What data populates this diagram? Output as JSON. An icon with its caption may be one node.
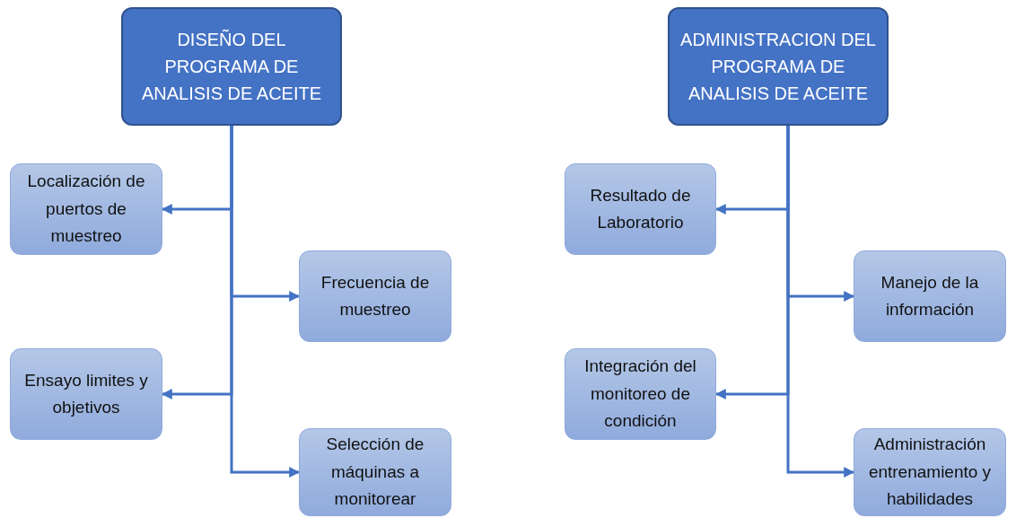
{
  "diagram": {
    "nodes": [
      {
        "text": [
          "DISEÑO DEL PROGRAMA DE ANALISIS DE ACEITE"
        ]
      },
      {
        "text": [
          "Localización de puertos de muestreo"
        ]
      },
      {
        "text": [
          "Frecuencia de muestreo"
        ]
      },
      {
        "text": [
          "Ensayo limites y objetivos"
        ]
      },
      {
        "text": [
          "Selección de máquinas a monitorear"
        ]
      },
      {
        "text": [
          "ADMINISTRACION DEL PROGRAMA DE ANALISIS DE ACEITE"
        ]
      },
      {
        "text": [
          "Resultado de Laboratorio"
        ]
      },
      {
        "text": [
          "Manejo de la información"
        ]
      },
      {
        "text": [
          "Integración del monitoreo de condición"
        ]
      },
      {
        "text": [
          "Administración entrenamiento y habilidades"
        ]
      }
    ],
    "edges": [
      {
        "from": 0,
        "to": 1,
        "arrow": "to"
      },
      {
        "from": 0,
        "to": 2,
        "arrow": "to"
      },
      {
        "from": 0,
        "to": 3,
        "arrow": "to"
      },
      {
        "from": 0,
        "to": 4,
        "arrow": "to"
      },
      {
        "from": 5,
        "to": 6,
        "arrow": "to"
      },
      {
        "from": 5,
        "to": 7,
        "arrow": "to"
      },
      {
        "from": 5,
        "to": 8,
        "arrow": "to"
      },
      {
        "from": 5,
        "to": 9,
        "arrow": "to"
      }
    ]
  }
}
